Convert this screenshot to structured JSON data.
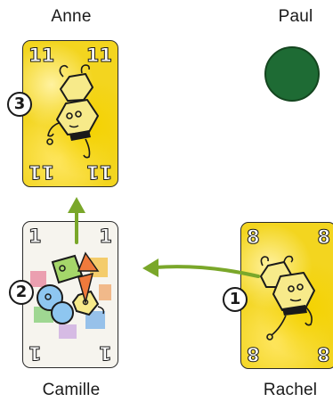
{
  "players": {
    "top_left": {
      "name": "Anne"
    },
    "top_right": {
      "name": "Paul"
    },
    "bottom_left": {
      "name": "Camille"
    },
    "bottom_right": {
      "name": "Rachel"
    }
  },
  "cards": {
    "anne": {
      "value": "11",
      "color": "yellow",
      "play_order": "3"
    },
    "camille": {
      "value": "1",
      "color": "white",
      "play_order": "2"
    },
    "rachel": {
      "value": "8",
      "color": "yellow",
      "play_order": "1"
    }
  },
  "token": {
    "owner": "Paul",
    "color": "#1e6b34"
  },
  "colors": {
    "arrow": "#7aa72a",
    "card_yellow": "#f3d51f",
    "ink": "#1a1a1a"
  },
  "arrows": [
    {
      "from": "Rachel",
      "to": "Camille"
    },
    {
      "from": "Camille",
      "to": "Anne"
    }
  ]
}
